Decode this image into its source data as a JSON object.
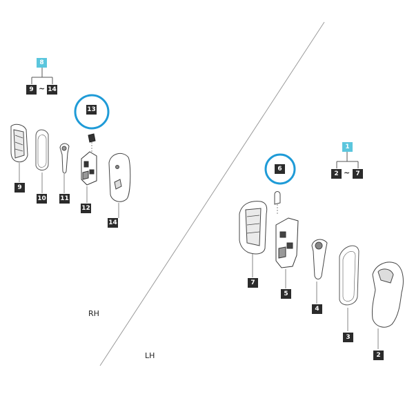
{
  "colors": {
    "highlight_circle": "#1f9bd7",
    "group_tag": "#5bc6dd",
    "part_tag": "#2b2b2b",
    "line": "#8a8a8a"
  },
  "right_hand": {
    "label": "RH",
    "group": {
      "number": "8",
      "range_from": "9",
      "range_sep": "~",
      "range_to": "14"
    },
    "parts": [
      "9",
      "10",
      "11",
      "12",
      "13",
      "14"
    ],
    "highlighted_part": "13"
  },
  "left_hand": {
    "label": "LH",
    "group": {
      "number": "1",
      "range_from": "2",
      "range_sep": "~",
      "range_to": "7"
    },
    "parts": [
      "2",
      "3",
      "4",
      "5",
      "6",
      "7"
    ],
    "highlighted_part": "6"
  }
}
